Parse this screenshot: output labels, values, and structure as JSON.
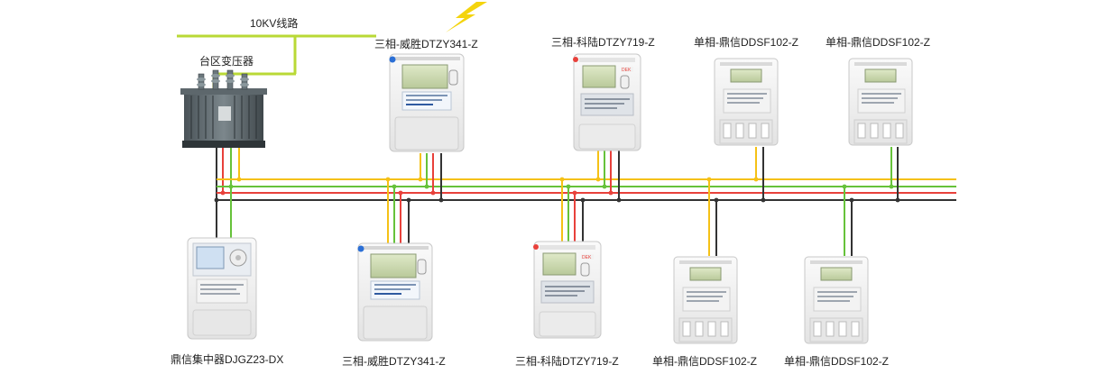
{
  "header": {
    "line_label": "10KV线路",
    "transformer_label": "台区变压器"
  },
  "colors": {
    "yellow": "#f5c116",
    "green": "#66c23a",
    "red": "#e8413b",
    "neutral": "#333333",
    "feeder": "#b9d936",
    "bolt": "#f4d40d"
  },
  "labels": {
    "top_meter_1": "三相-威胜DTZY341-Z",
    "top_meter_2": "三相-科陆DTZY719-Z",
    "top_meter_3": "单相-鼎信DDSF102-Z",
    "top_meter_4": "单相-鼎信DDSF102-Z",
    "concentrator": "鼎信集中器DJGZ23-DX",
    "bottom_meter_1": "三相-威胜DTZY341-Z",
    "bottom_meter_2": "三相-科陆DTZY719-Z",
    "bottom_meter_3": "单相-鼎信DDSF102-Z",
    "bottom_meter_4": "单相-鼎信DDSF102-Z"
  },
  "icons": {
    "lightning": "lightning-icon",
    "transformer": "transformer-icon",
    "concentrator": "concentrator-icon",
    "meter_3ph": "three-phase-meter-icon",
    "meter_1ph": "single-phase-meter-icon"
  }
}
